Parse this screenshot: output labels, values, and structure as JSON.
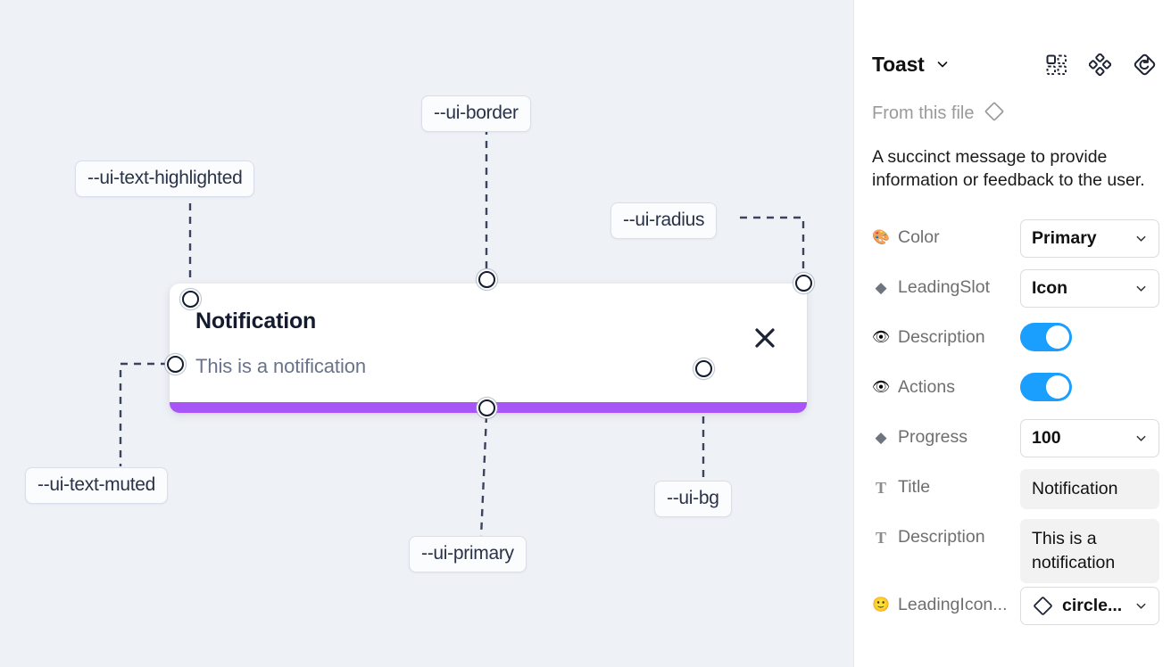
{
  "canvas": {
    "background_color": "#eef1f6",
    "toast": {
      "title": "Notification",
      "description": "This is a notification",
      "close_icon": "close-icon",
      "progress_color": "#a855f7",
      "progress_percent": 100
    },
    "annotations": [
      {
        "id": "ui-text-highlighted",
        "label": "--ui-text-highlighted"
      },
      {
        "id": "ui-border",
        "label": "--ui-border"
      },
      {
        "id": "ui-radius",
        "label": "--ui-radius"
      },
      {
        "id": "ui-text-muted",
        "label": "--ui-text-muted"
      },
      {
        "id": "ui-primary",
        "label": "--ui-primary"
      },
      {
        "id": "ui-bg",
        "label": "--ui-bg"
      }
    ]
  },
  "panel": {
    "component_name": "Toast",
    "header_icons": [
      "variants-icon",
      "component-icon",
      "reset-instance-icon"
    ],
    "source_label": "From this file",
    "source_icon": "diamond-icon",
    "description": "A succinct message to provide information or feedback to the user.",
    "properties": [
      {
        "icon": "palette-icon",
        "glyph": "🎨",
        "icon_kind": "emoji",
        "label": "Color",
        "control": "select",
        "value": "Primary"
      },
      {
        "icon": "diamond-icon",
        "glyph": "◆",
        "icon_kind": "diamond",
        "label": "LeadingSlot",
        "control": "select",
        "value": "Icon"
      },
      {
        "icon": "eye-icon",
        "glyph": "👁",
        "icon_kind": "emoji",
        "label": "Description",
        "control": "toggle",
        "value": "on"
      },
      {
        "icon": "eye-icon",
        "glyph": "👁",
        "icon_kind": "emoji",
        "label": "Actions",
        "control": "toggle",
        "value": "on"
      },
      {
        "icon": "diamond-icon",
        "glyph": "◆",
        "icon_kind": "diamond",
        "label": "Progress",
        "control": "select",
        "value": "100"
      },
      {
        "icon": "text-icon",
        "glyph": "T",
        "icon_kind": "tglyph",
        "label": "Title",
        "control": "text",
        "value": "Notification"
      },
      {
        "icon": "text-icon",
        "glyph": "T",
        "icon_kind": "tglyph",
        "label": "Description",
        "control": "text",
        "value": "This is a notification"
      },
      {
        "icon": "smiley-icon",
        "glyph": "🙂",
        "icon_kind": "emoji",
        "label": "LeadingIcon...",
        "control": "select-icon",
        "value": "circle..."
      }
    ]
  },
  "colors": {
    "accent_toggle": "#1a9fff",
    "progress_purple": "#a855f7",
    "canvas_bg": "#eef1f6",
    "pill_border": "#d7dfea",
    "text_dark": "#141b2e",
    "text_muted": "#68728a"
  }
}
